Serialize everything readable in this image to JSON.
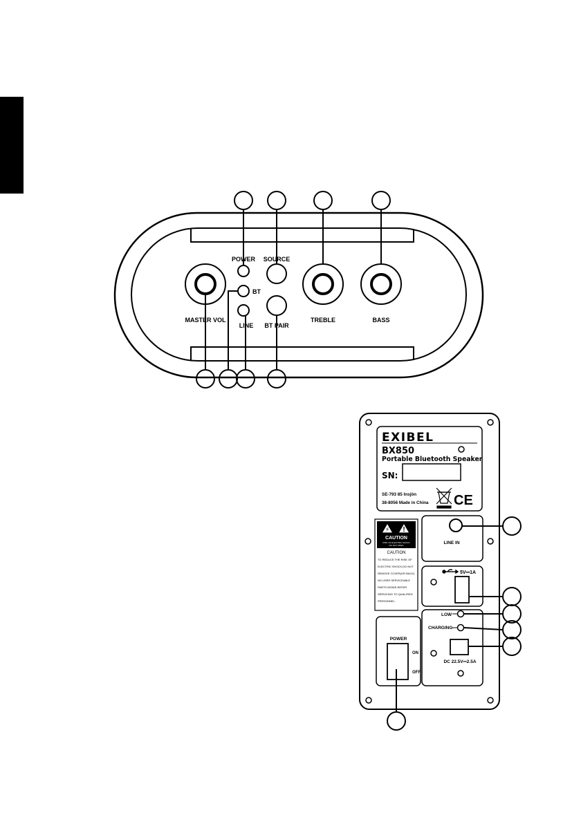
{
  "top_panel": {
    "labels": {
      "power": "POWER",
      "source": "SOURCE",
      "treble": "TREBLE",
      "bass": "BASS",
      "bt": "BT",
      "line": "LINE",
      "bt_pair": "BT PAIR",
      "master_vol": "MASTER VOL"
    }
  },
  "rear_panel": {
    "brand": "EXIBEL",
    "model": "BX850",
    "product_name": "Portable Bluetooth Speaker",
    "serial_label": "SN:",
    "address_line1": "SE-793 85 Insjön",
    "address_line2": "38-8056 Made in China",
    "ce_mark": "CE",
    "line_in_label": "LINE IN",
    "usb_label": "5V⎓1A",
    "low_label": "LOW",
    "charging_label": "CHARGING",
    "dc_label": "DC 22.5V⎓2.5A",
    "power_label": "POWER",
    "on_label": "ON",
    "off_label": "OFF",
    "caution_sticker": {
      "header": "CAUTION",
      "subtext1": "RISK OF ELECTRIC SHOCK",
      "subtext2": "DO NOT OPEN",
      "title": "CAUTION",
      "lines": [
        "TO REDUCE THE RISK OF",
        "ELECTRIC SHOCK,DO NOT",
        "REMOVE COVER(OR BACK)",
        "NO USER SERVICEABLE",
        "PARTS INSIDE.REFER",
        "SERVICING TO QUALIFIED",
        "PERSONNEL."
      ]
    }
  }
}
